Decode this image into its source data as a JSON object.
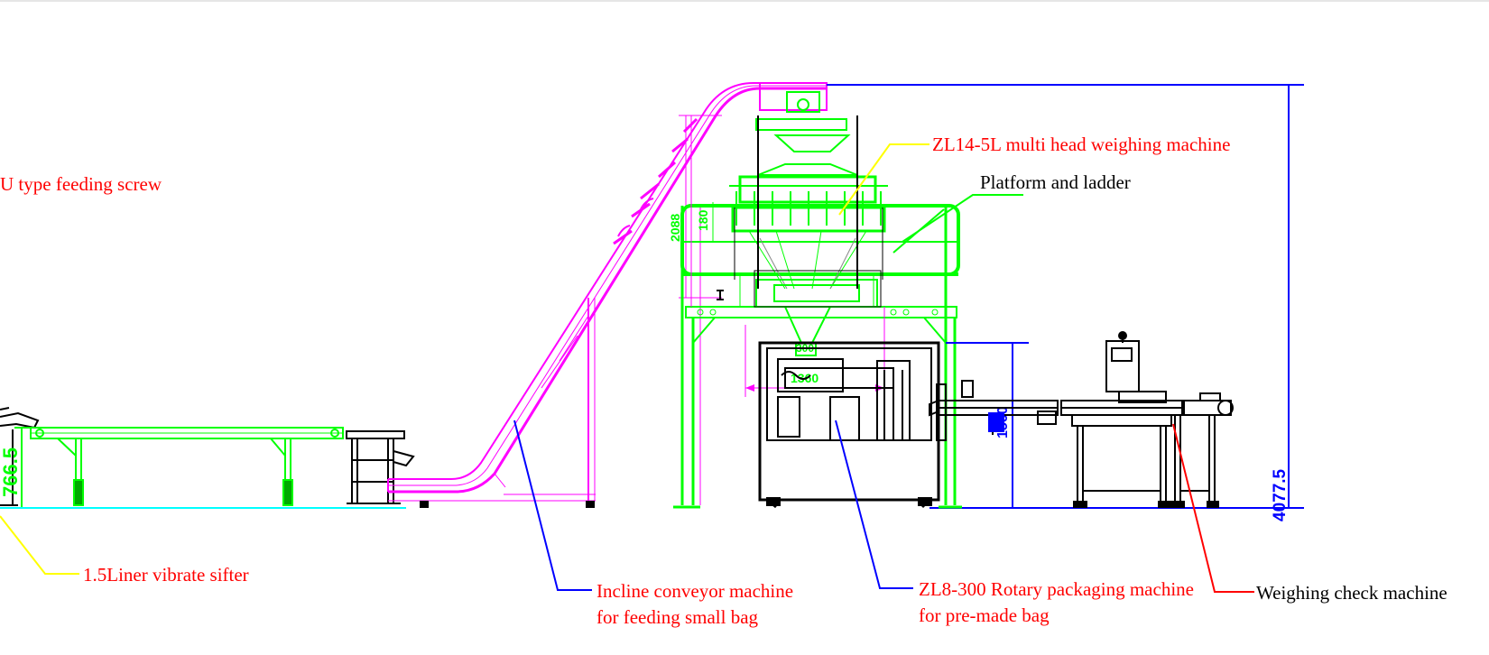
{
  "labels": {
    "u_screw": "U type feeding screw",
    "weigher": "ZL14-5L multi head weighing machine",
    "platform": "Platform and ladder",
    "sifter": "1.5Liner vibrate sifter",
    "incline_line1": "Incline conveyor machine",
    "incline_line2": "for feeding small bag",
    "rotary_line1": "ZL8-300 Rotary packaging machine",
    "rotary_line2": "for pre-made bag",
    "checkweigher": "Weighing check machine"
  },
  "dimensions": {
    "total_height": "4077.5",
    "sifter_height": "766.5",
    "packer_height": "1560",
    "platform_height": "2088",
    "weigher_width": "1360",
    "mid_small": "180",
    "small_top": "300"
  },
  "colors": {
    "label_red": "#ff0000",
    "leader_blue": "#0000ff",
    "leader_yellow": "#ffff00",
    "leader_green": "#00ff00",
    "leader_red": "#ff0000",
    "conveyor_magenta": "#ff00ff",
    "platform_green": "#00ff00",
    "floor_cyan": "#00ffff",
    "machine_black": "#000000"
  }
}
